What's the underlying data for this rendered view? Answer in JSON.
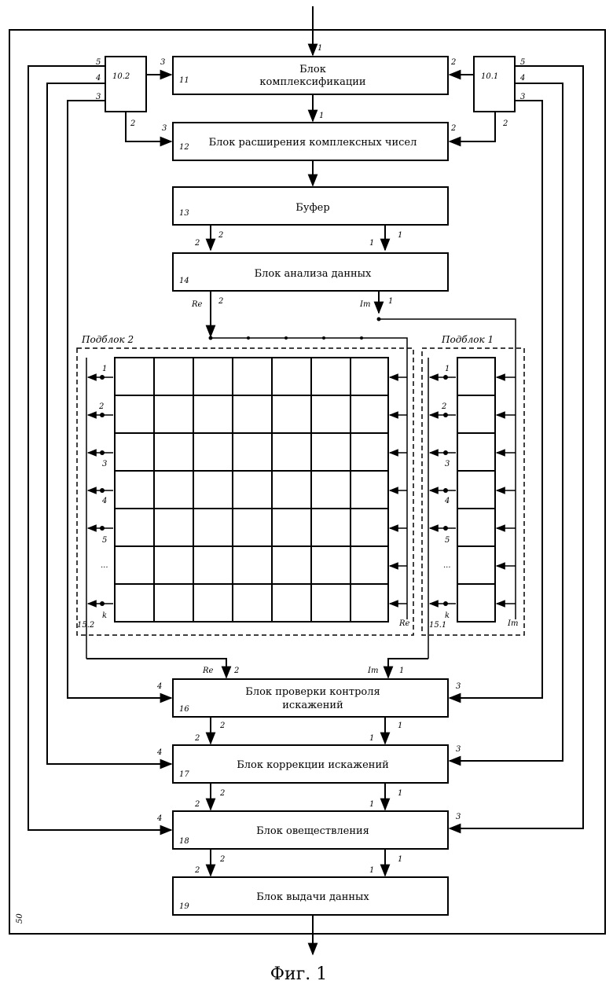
{
  "outer_number": "50",
  "caption": "Фиг. 1",
  "blocks": {
    "complex": {
      "line1": "Блок",
      "line2": "комплексификации",
      "number": "11"
    },
    "extension": {
      "title": "Блок расширения комплексных чисел",
      "number": "12"
    },
    "buffer": {
      "title": "Буфер",
      "number": "13"
    },
    "analysis": {
      "title": "Блок анализа  данных",
      "number": "14"
    },
    "check": {
      "line1": "Блок проверки контроля",
      "line2": "искажений",
      "number": "16"
    },
    "correction": {
      "title": "Блок коррекции искажений",
      "number": "17"
    },
    "real": {
      "title": "Блок овеществления",
      "number": "18"
    },
    "output": {
      "title": "Блок выдачи данных",
      "number": "19"
    }
  },
  "switches": {
    "left": "10.2",
    "right": "10.1"
  },
  "subblocks": {
    "sub2": {
      "title": "Подблок 2",
      "number": "15.2",
      "bus_label": "Re"
    },
    "sub1": {
      "title": "Подблок 1",
      "number": "15.1",
      "bus_label": "Im"
    }
  },
  "row_labels": [
    "1",
    "2",
    "3",
    "4",
    "5",
    "...",
    "k"
  ],
  "port_labels": {
    "one": "1",
    "two": "2",
    "three": "3",
    "four": "4",
    "five": "5",
    "re": "Re",
    "im": "Im"
  }
}
